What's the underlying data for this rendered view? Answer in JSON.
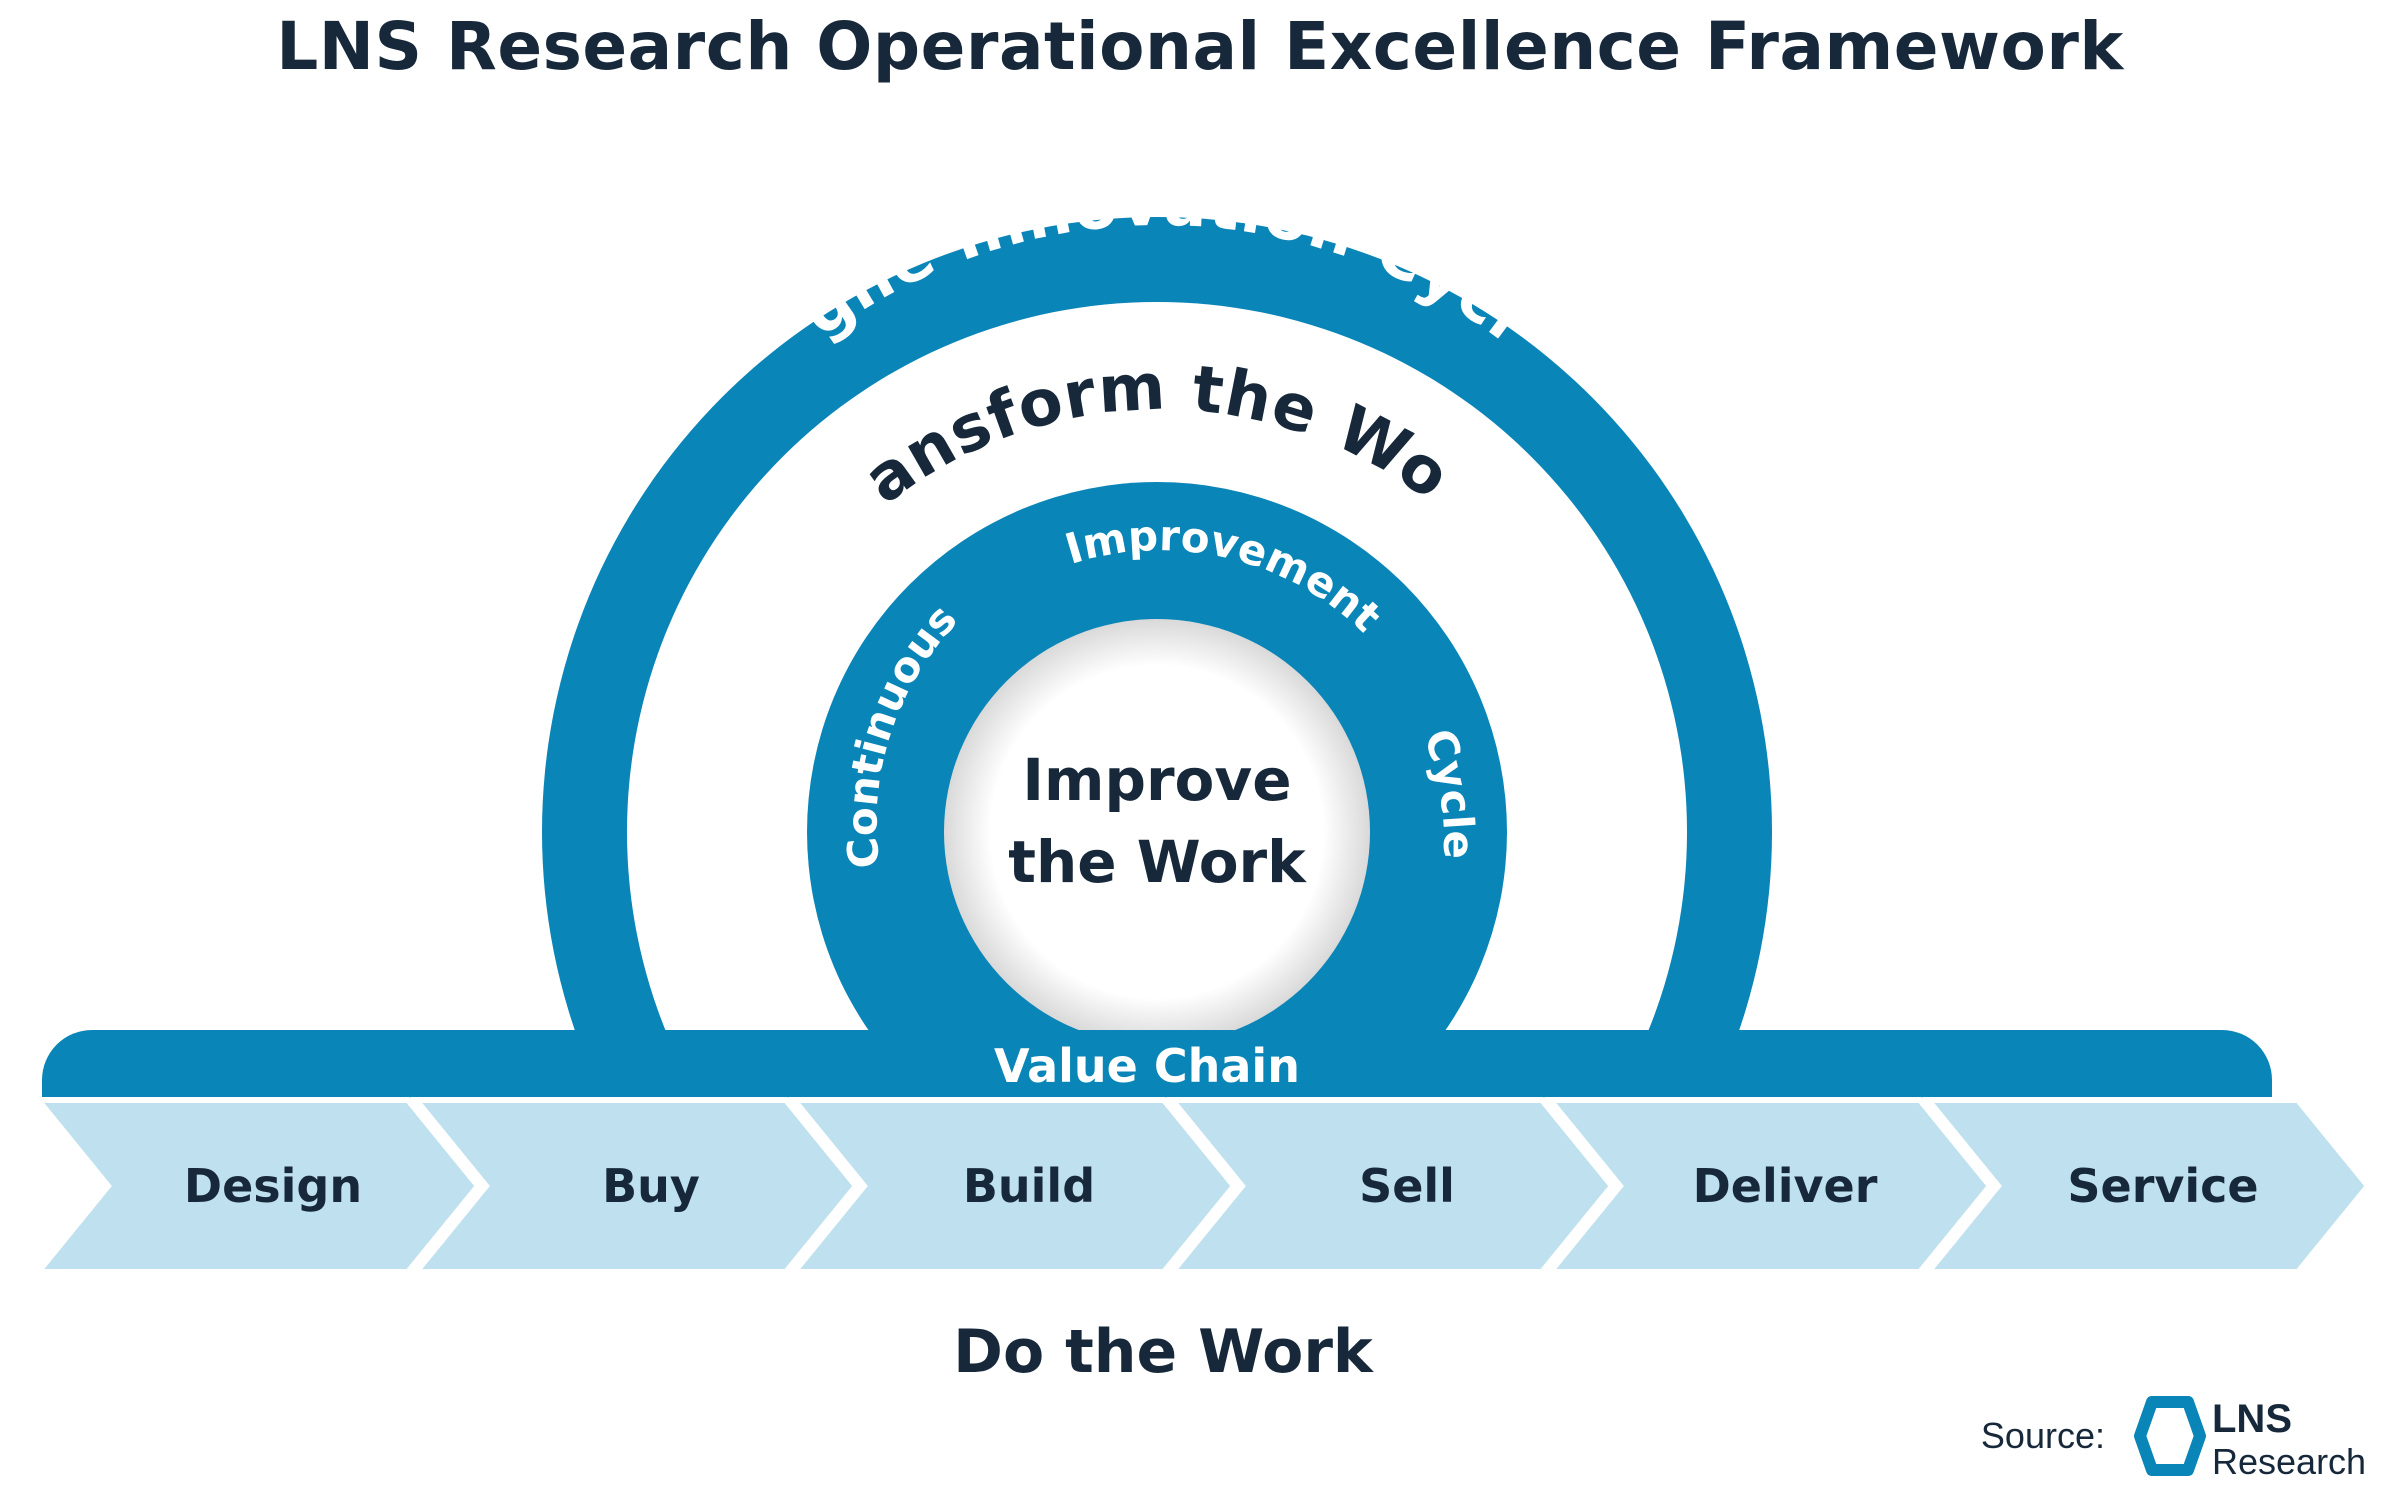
{
  "title": "LNS Research Operational Excellence Framework",
  "rings": {
    "outer_label": "Agile Innovation Cycle",
    "middle_label": "Transform the Work",
    "inner_word_1": "Continuous",
    "inner_word_2": "Improvement",
    "inner_word_3": "Cycle",
    "core_line_1": "Improve",
    "core_line_2": "the Work"
  },
  "value_chain": {
    "label": "Value Chain",
    "stages": [
      "Design",
      "Buy",
      "Build",
      "Sell",
      "Deliver",
      "Service"
    ]
  },
  "footer": {
    "do_the_work": "Do the Work",
    "source_label": "Source:",
    "logo_line_1": "LNS",
    "logo_line_2": "Research"
  },
  "colors": {
    "primary_blue": "#0a85b8",
    "light_blue": "#bfe0ee",
    "navy": "#17283b"
  }
}
